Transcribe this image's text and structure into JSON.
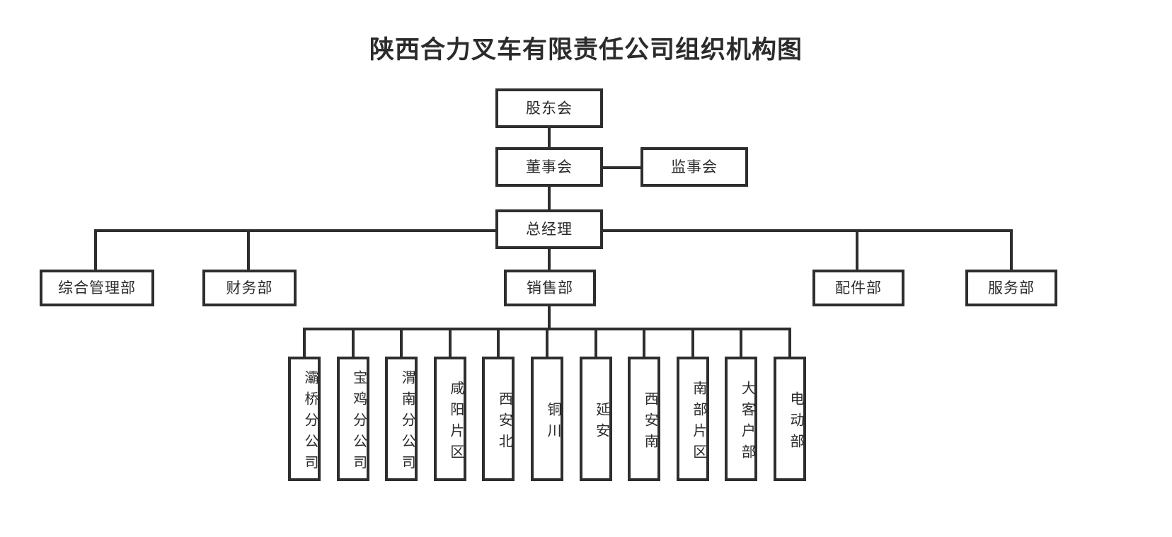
{
  "title": "陕西合力叉车有限责任公司组织机构图",
  "colors": {
    "border": "#2e2e30",
    "text": "#2b2b2b",
    "background": "#ffffff"
  },
  "nodes": {
    "shareholders": "股东会",
    "board": "董事会",
    "supervisors": "监事会",
    "general_manager": "总经理",
    "admin_dept": "综合管理部",
    "finance_dept": "财务部",
    "sales_dept": "销售部",
    "parts_dept": "配件部",
    "service_dept": "服务部"
  },
  "sales_children": [
    {
      "id": "bachiao",
      "label": "灞桥分公司"
    },
    {
      "id": "baoji",
      "label": "宝鸡分公司"
    },
    {
      "id": "weinan",
      "label": "渭南分公司"
    },
    {
      "id": "xianyang",
      "label": "咸阳片区"
    },
    {
      "id": "xian-north",
      "label": "西安北"
    },
    {
      "id": "tongchuan",
      "label": "铜川"
    },
    {
      "id": "yanan",
      "label": "延安"
    },
    {
      "id": "xian-south",
      "label": "西安南"
    },
    {
      "id": "south-area",
      "label": "南部片区"
    },
    {
      "id": "key-account",
      "label": "大客户部"
    },
    {
      "id": "electric",
      "label": "电动部"
    }
  ]
}
